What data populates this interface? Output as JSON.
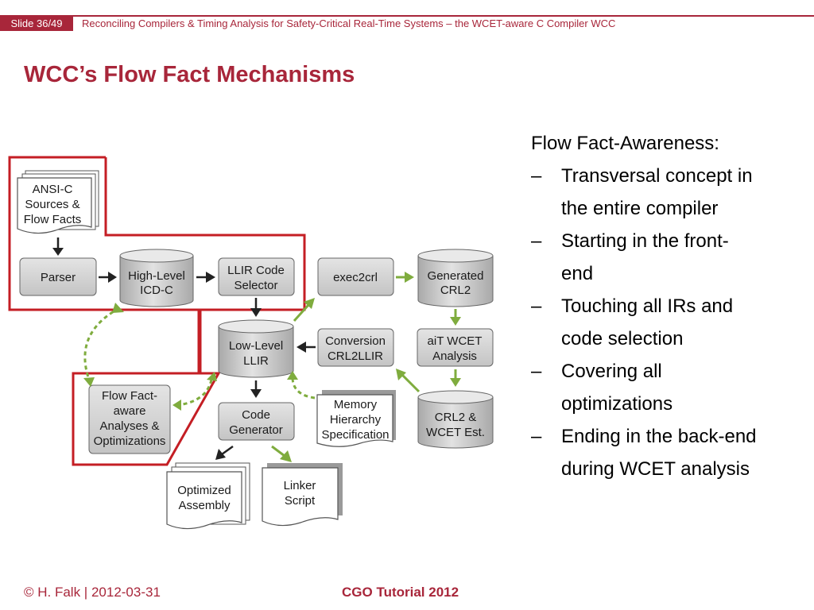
{
  "header": {
    "slide_label": "Slide 36/49",
    "subtitle": "Reconciling Compilers & Timing Analysis for Safety-Critical Real-Time Systems – the WCET-aware C Compiler WCC"
  },
  "title": "WCC’s Flow Fact Mechanisms",
  "diagram": {
    "sources": [
      "ANSI-C",
      "Sources &",
      "Flow Facts"
    ],
    "parser": [
      "Parser"
    ],
    "icdc": [
      "High-Level",
      "ICD-C"
    ],
    "selector": [
      "LLIR Code",
      "Selector"
    ],
    "exec2crl": [
      "exec2crl"
    ],
    "gen_crl2": [
      "Generated",
      "CRL2"
    ],
    "llir": [
      "Low-Level",
      "LLIR"
    ],
    "conversion": [
      "Conversion",
      "CRL2LLIR"
    ],
    "ait": [
      "aiT WCET",
      "Analysis"
    ],
    "flowfact": [
      "Flow Fact-",
      "aware",
      "Analyses &",
      "Optimizations"
    ],
    "codegen": [
      "Code",
      "Generator"
    ],
    "memory": [
      "Memory",
      "Hierarchy",
      "Specification"
    ],
    "crl2_wcet": [
      "CRL2 &",
      "WCET Est."
    ],
    "optimized": [
      "Optimized",
      "Assembly"
    ],
    "linker": [
      "Linker",
      "Script"
    ],
    "colors": {
      "frame_red": "#c41e24",
      "arrow_green": "#7fac3e",
      "arrow_dark": "#222222",
      "box_fill": "#d6d6d6"
    }
  },
  "bullets": {
    "heading": "Flow Fact-Awareness:",
    "dash": "–",
    "items": [
      {
        "lines": [
          "Transversal concept in",
          "the entire compiler"
        ]
      },
      {
        "lines": [
          "Starting in the front-",
          "end"
        ]
      },
      {
        "lines": [
          "Touching all IRs and",
          "code selection"
        ]
      },
      {
        "lines": [
          "Covering all",
          "optimizations"
        ]
      },
      {
        "lines": [
          "Ending in the back-end",
          "during WCET analysis"
        ]
      }
    ]
  },
  "footer": {
    "left": "© H. Falk | 2012-03-31",
    "center": "CGO Tutorial 2012"
  }
}
